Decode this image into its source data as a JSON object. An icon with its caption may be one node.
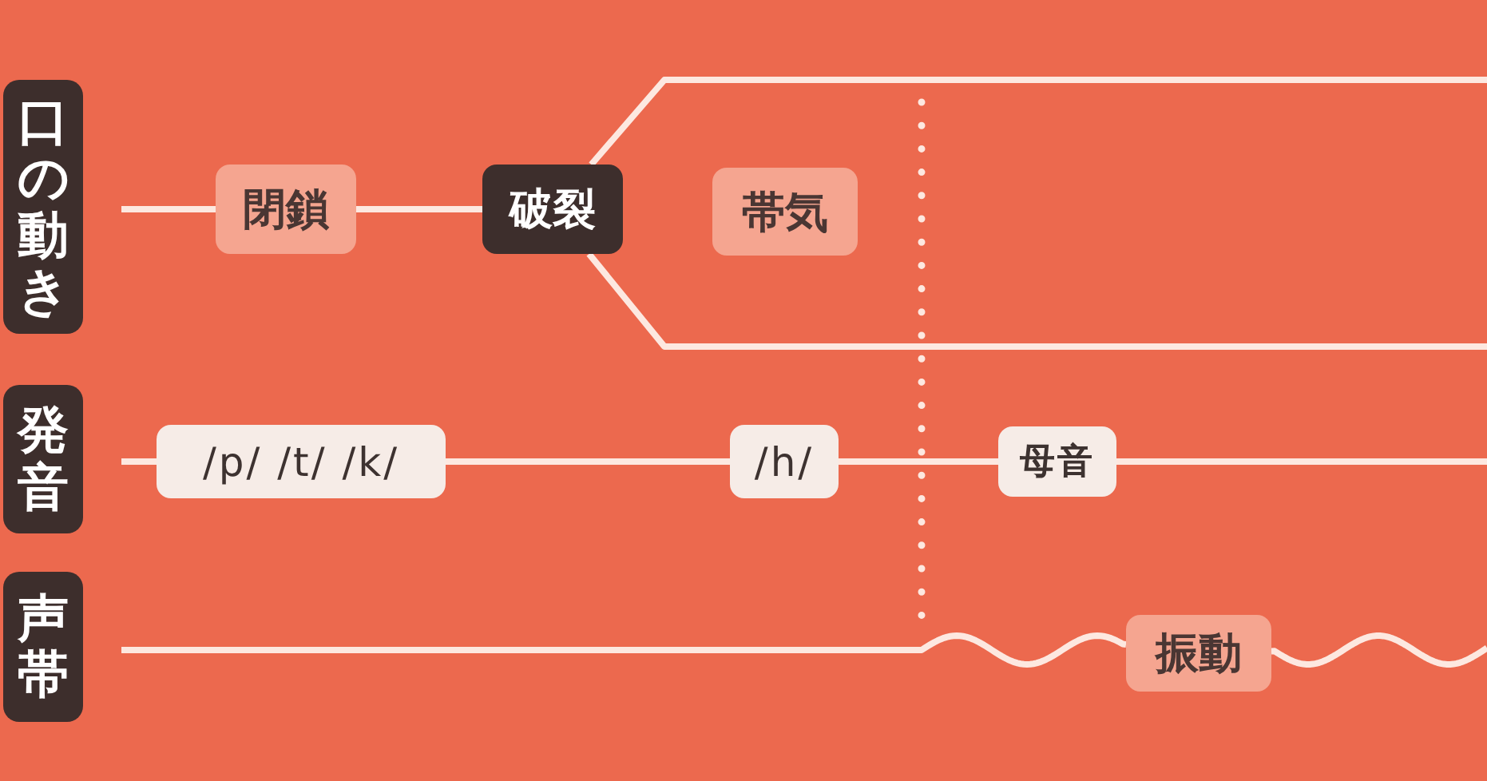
{
  "diagram": {
    "nodes": [
      {
        "text": [
          "口の動き"
        ]
      },
      {
        "text": [
          "閉鎖"
        ]
      },
      {
        "text": [
          "破裂"
        ]
      },
      {
        "text": [
          "帯気"
        ]
      },
      {
        "text": [
          "発音"
        ]
      },
      {
        "text": [
          "/p/ /t/ /k/"
        ]
      },
      {
        "text": [
          "/h/"
        ]
      },
      {
        "text": [
          "母音"
        ]
      },
      {
        "text": [
          "声帯"
        ]
      },
      {
        "text": [
          "振動"
        ]
      }
    ],
    "edges": [
      {
        "from": null,
        "to": 1,
        "arrow": "none"
      },
      {
        "from": 1,
        "to": 2,
        "arrow": "none"
      },
      {
        "from": 2,
        "to": null,
        "arrow": "none"
      },
      {
        "from": 2,
        "to": null,
        "arrow": "none"
      },
      {
        "from": null,
        "to": 5,
        "arrow": "none"
      },
      {
        "from": 5,
        "to": 6,
        "arrow": "none"
      },
      {
        "from": 6,
        "to": 7,
        "arrow": "none"
      },
      {
        "from": 7,
        "to": null,
        "arrow": "none"
      },
      {
        "from": null,
        "to": 9,
        "arrow": "none"
      },
      {
        "from": 9,
        "to": null,
        "arrow": "none"
      }
    ]
  }
}
